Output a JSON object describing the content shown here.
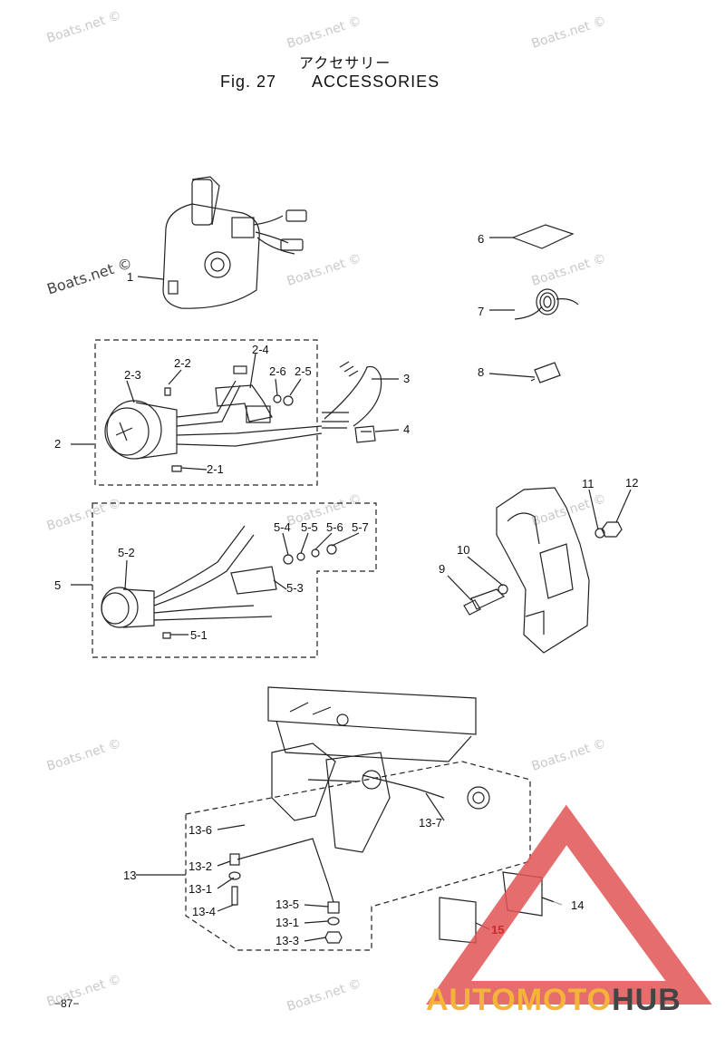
{
  "header": {
    "title_jp": "アクセサリー",
    "fig_number": "Fig. 27",
    "title_en": "ACCESSORIES"
  },
  "watermark_text": "Boats.net ©",
  "page_number": "−87−",
  "brand": {
    "part1": "AUTO",
    "part2": "MOTO",
    "part3": "HUB"
  },
  "callouts": {
    "c1": "1",
    "c2": "2",
    "c2_1": "2-1",
    "c2_2": "2-2",
    "c2_3": "2-3",
    "c2_4": "2-4",
    "c2_5": "2-5",
    "c2_6": "2-6",
    "c3": "3",
    "c4": "4",
    "c5": "5",
    "c5_1": "5-1",
    "c5_2": "5-2",
    "c5_3": "5-3",
    "c5_4": "5-4",
    "c5_5": "5-5",
    "c5_6": "5-6",
    "c5_7": "5-7",
    "c6": "6",
    "c7": "7",
    "c8": "8",
    "c9": "9",
    "c10": "10",
    "c11": "11",
    "c12": "12",
    "c13": "13",
    "c13_1a": "13-1",
    "c13_1b": "13-1",
    "c13_2": "13-2",
    "c13_3": "13-3",
    "c13_4": "13-4",
    "c13_5": "13-5",
    "c13_6": "13-6",
    "c13_7": "13-7",
    "c14": "14",
    "c15": "15"
  },
  "colors": {
    "line": "#222222",
    "logo_red": "#e25454",
    "logo_yellow": "#f4b43a"
  }
}
